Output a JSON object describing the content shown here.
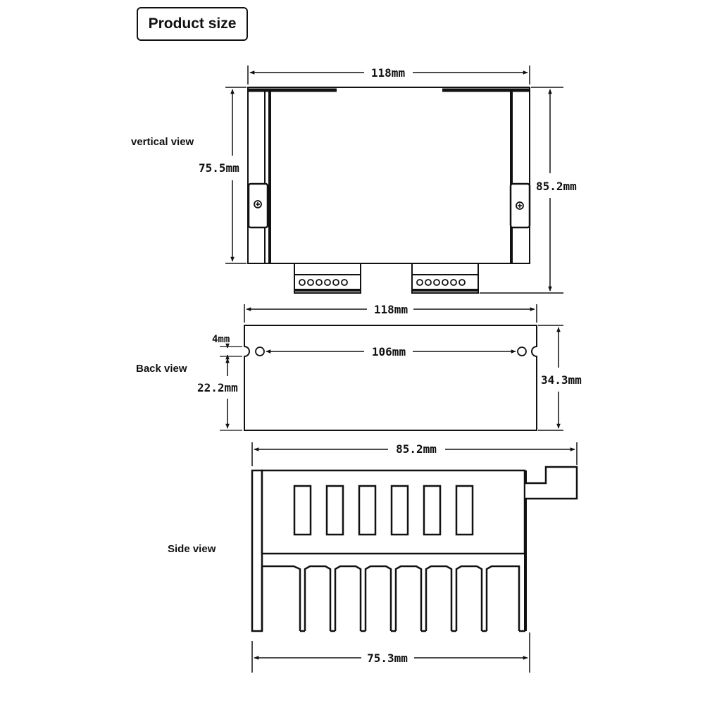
{
  "header": {
    "title": "Product size"
  },
  "views": {
    "vertical": {
      "label": "vertical view",
      "width_dim": "118mm",
      "inner_height_dim": "75.5mm",
      "total_height_dim": "85.2mm"
    },
    "back": {
      "label": "Back view",
      "width_dim": "118mm",
      "hole_spacing_dim": "106mm",
      "slot_dim": "4mm",
      "lower_height_dim": "22.2mm",
      "height_dim": "34.3mm"
    },
    "side": {
      "label": "Side view",
      "top_width_dim": "85.2mm",
      "bottom_width_dim": "75.3mm"
    }
  },
  "colors": {
    "line": "#111111",
    "background": "#ffffff"
  }
}
